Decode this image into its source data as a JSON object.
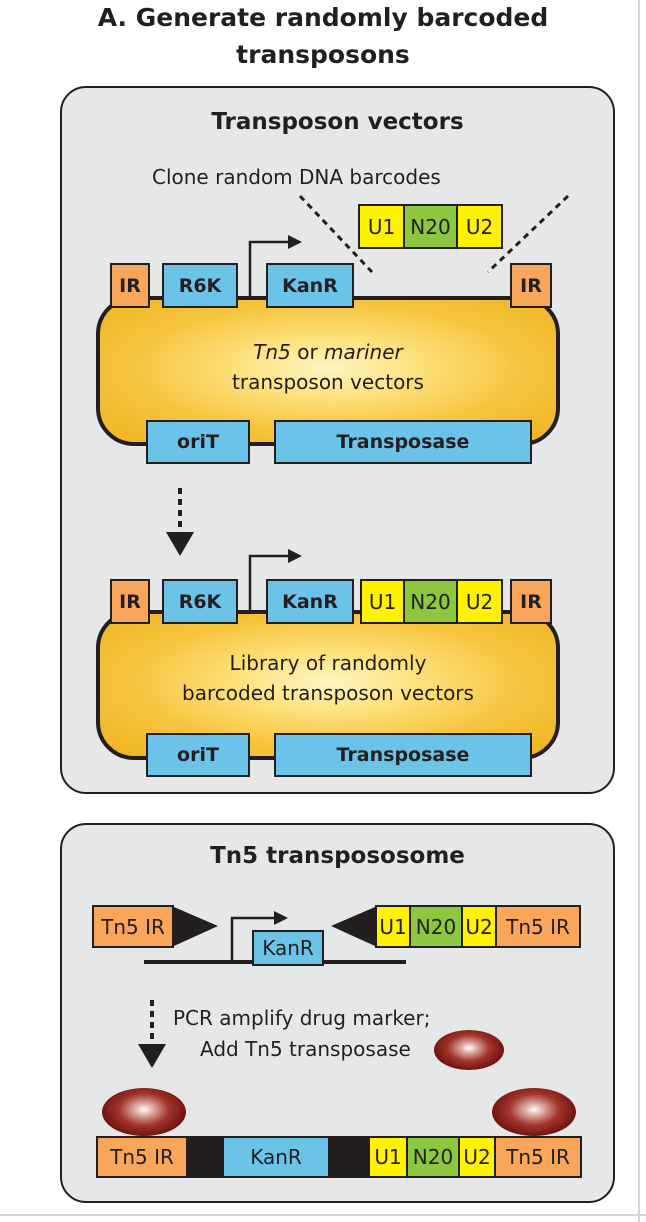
{
  "figure": {
    "title_line1": "A. Generate randomly barcoded",
    "title_line2": "transposons"
  },
  "panel_vectors": {
    "title": "Transposon vectors",
    "clone_label": "Clone random DNA barcodes",
    "barcode": {
      "u1": "U1",
      "n20": "N20",
      "u2": "U2"
    },
    "ir": "IR",
    "r6k": "R6K",
    "kanr": "KanR",
    "plasmid1_line1_a": "Tn5",
    "plasmid1_line1_b": " or ",
    "plasmid1_line1_c": "mariner",
    "plasmid1_line2": "transposon vectors",
    "orit": "oriT",
    "transposase": "Transposase",
    "plasmid2_line1": "Library of randomly",
    "plasmid2_line2": "barcoded transposon vectors"
  },
  "panel_transpososome": {
    "title": "Tn5 transpososome",
    "tn5_ir": "Tn5 IR",
    "kanr": "KanR",
    "barcode": {
      "u1": "U1",
      "n20": "N20",
      "u2": "U2"
    },
    "step_line1": "PCR amplify drug marker;",
    "step_line2": "Add Tn5 transposase"
  },
  "colors": {
    "gene_blue": "#6cc3e8",
    "ir_orange": "#f9a65a",
    "barcode_yellow": "#fff200",
    "barcode_green": "#8dc63f",
    "plasmid_gold": "#f6c43e",
    "panel_gray": "#e6e7e8",
    "transposase_red": "#8b1a14"
  }
}
